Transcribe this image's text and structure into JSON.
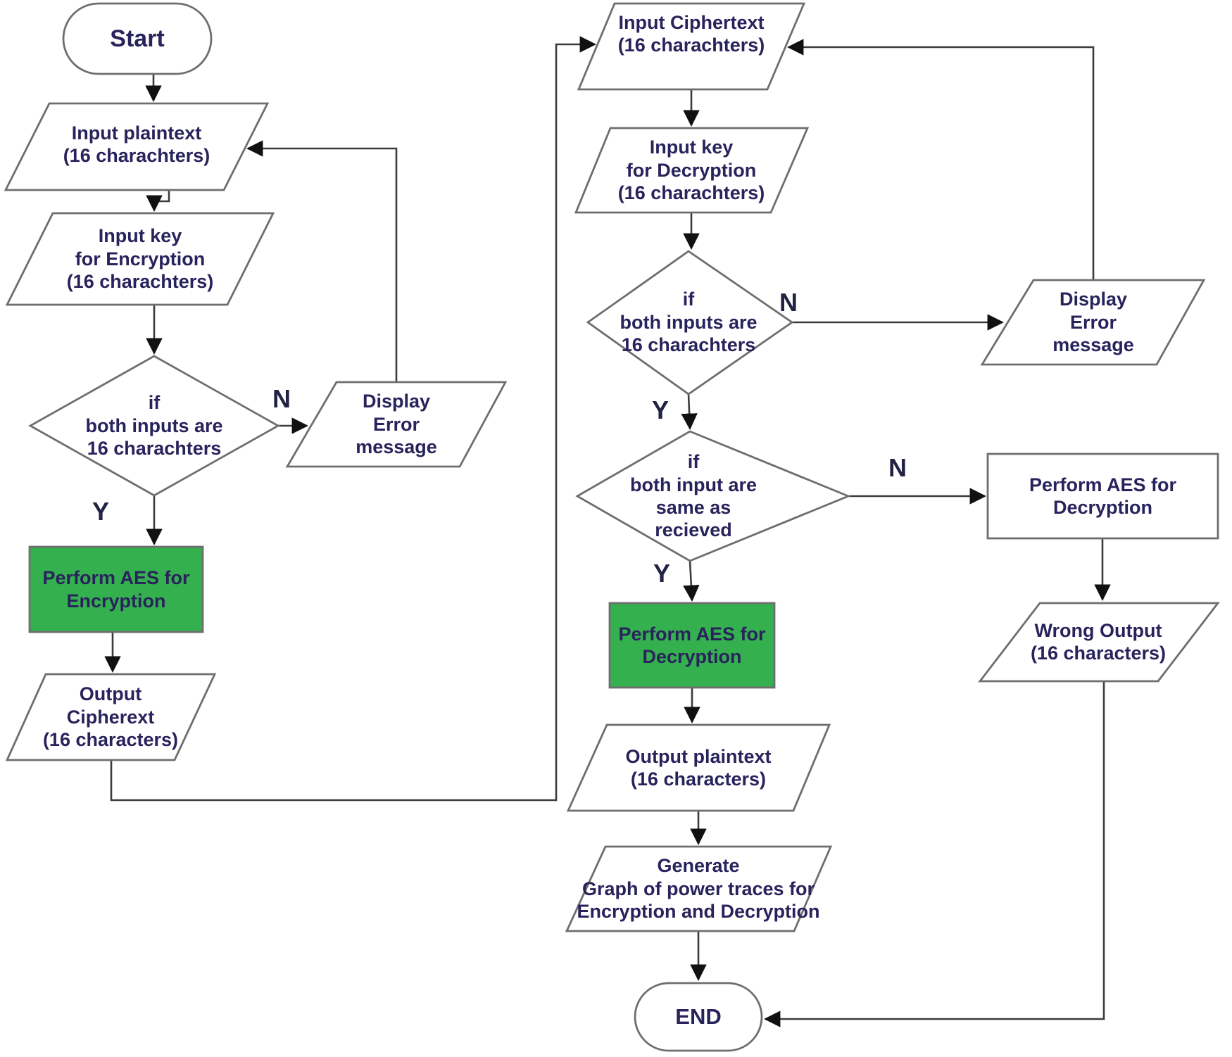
{
  "diagram": {
    "description": "Flowchart of AES encryption and decryption with power trace generation",
    "colors": {
      "process_fill_green": "#35b04f",
      "shape_fill": "#ffffff",
      "shape_stroke": "#6e6e6e",
      "edge_stroke": "#3c3c3c",
      "text": "#29235c"
    },
    "nodes": {
      "start": "Start",
      "input_plaintext": "Input plaintext\n(16 charachters)",
      "input_key_encryption": "Input key\nfor Encryption\n(16 charachters)",
      "decision_encryption": "if\nboth inputs are\n16 charachters",
      "display_error_left": "Display\nError\nmessage",
      "perform_aes_encryption": "Perform AES for\nEncryption",
      "output_cipherext": "Output\nCipherext\n(16 characters)",
      "input_ciphertext": "Input Ciphertext\n(16 charachters)",
      "input_key_decryption": "Input key\nfor Decryption\n(16 charachters)",
      "decision_length": "if\nboth inputs are\n16 charachters",
      "display_error_right": "Display\nError\nmessage",
      "decision_same": "if\nboth input are\nsame as\nrecieved",
      "perform_aes_decryption_wrong_branch": "Perform AES for\nDecryption",
      "wrong_output": "Wrong Output\n(16 characters)",
      "perform_aes_decryption": "Perform AES for\nDecryption",
      "output_plaintext": "Output plaintext\n(16 characters)",
      "generate_graph": "Generate\nGraph of power traces for\nEncryption and Decryption",
      "end": "END"
    },
    "edge_labels": {
      "enc_n": "N",
      "enc_y": "Y",
      "dec1_n": "N",
      "dec1_y": "Y",
      "dec2_n": "N",
      "dec2_y": "Y"
    },
    "edges": [
      {
        "from": "start",
        "to": "input_plaintext",
        "label": ""
      },
      {
        "from": "input_plaintext",
        "to": "input_key_encryption",
        "label": ""
      },
      {
        "from": "input_key_encryption",
        "to": "decision_encryption",
        "label": ""
      },
      {
        "from": "decision_encryption",
        "to": "display_error_left",
        "label": "N"
      },
      {
        "from": "display_error_left",
        "to": "input_plaintext",
        "label": ""
      },
      {
        "from": "decision_encryption",
        "to": "perform_aes_encryption",
        "label": "Y"
      },
      {
        "from": "perform_aes_encryption",
        "to": "output_cipherext",
        "label": ""
      },
      {
        "from": "output_cipherext",
        "to": "input_ciphertext",
        "label": ""
      },
      {
        "from": "input_ciphertext",
        "to": "input_key_decryption",
        "label": ""
      },
      {
        "from": "input_key_decryption",
        "to": "decision_length",
        "label": ""
      },
      {
        "from": "decision_length",
        "to": "display_error_right",
        "label": "N"
      },
      {
        "from": "display_error_right",
        "to": "input_ciphertext",
        "label": ""
      },
      {
        "from": "decision_length",
        "to": "decision_same",
        "label": "Y"
      },
      {
        "from": "decision_same",
        "to": "perform_aes_decryption_wrong_branch",
        "label": "N"
      },
      {
        "from": "perform_aes_decryption_wrong_branch",
        "to": "wrong_output",
        "label": ""
      },
      {
        "from": "wrong_output",
        "to": "end",
        "label": ""
      },
      {
        "from": "decision_same",
        "to": "perform_aes_decryption",
        "label": "Y"
      },
      {
        "from": "perform_aes_decryption",
        "to": "output_plaintext",
        "label": ""
      },
      {
        "from": "output_plaintext",
        "to": "generate_graph",
        "label": ""
      },
      {
        "from": "generate_graph",
        "to": "end",
        "label": ""
      }
    ]
  }
}
